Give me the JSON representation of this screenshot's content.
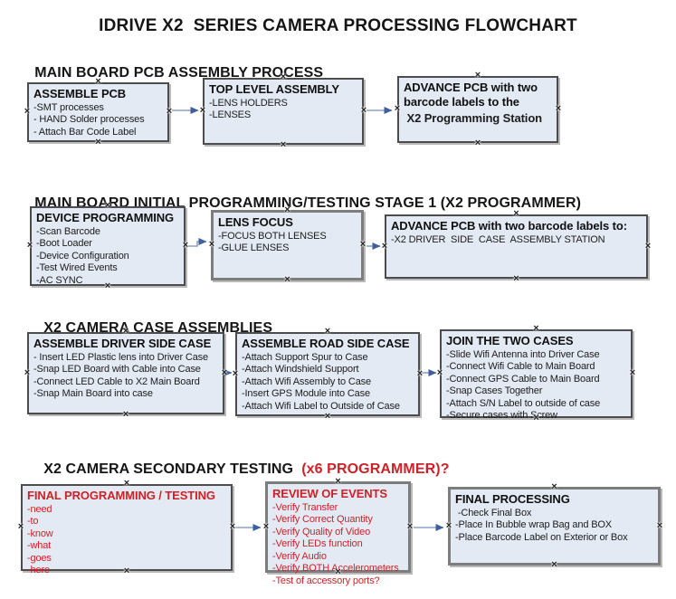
{
  "title": "IDRIVE X2  SERIES CAMERA PROCESSING FLOWCHART",
  "colors": {
    "box_fill": "#e3eaf4",
    "box_border": "#4c4c4c",
    "accent_red": "#cf2127",
    "arrow_line": "#8ba2c2",
    "arrow_head": "#3f5e9c",
    "text": "#111111"
  },
  "icons": {
    "connection_handle": "x",
    "arrow_right": "filled-right-arrowhead"
  },
  "sections": [
    {
      "header": "MAIN BOARD PCB ASSEMBLY PROCESS",
      "boxes": [
        {
          "title": "ASSEMBLE PCB",
          "lines": [
            "-SMT processes",
            "- HAND Solder processes",
            "- Attach Bar Code Label"
          ]
        },
        {
          "title": "TOP LEVEL ASSEMBLY",
          "lines": [
            "-LENS HOLDERS",
            "-LENSES"
          ]
        },
        {
          "title": "ADVANCE PCB with two barcode labels to the",
          "lines": [
            " X2 Programming Station"
          ]
        }
      ]
    },
    {
      "header": "MAIN BOARD INITIAL PROGRAMMING/TESTING STAGE 1 (X2 PROGRAMMER)",
      "boxes": [
        {
          "title": "DEVICE PROGRAMMING",
          "lines": [
            "-Scan Barcode",
            "-Boot Loader",
            "-Device Configuration",
            "-Test Wired Events",
            "-AC SYNC"
          ]
        },
        {
          "title": "LENS FOCUS",
          "lines": [
            "-FOCUS BOTH LENSES",
            "-GLUE LENSES"
          ]
        },
        {
          "title": "ADVANCE PCB with two barcode labels to:",
          "lines": [
            "-X2 DRIVER  SIDE  CASE  ASSEMBLY STATION"
          ]
        }
      ]
    },
    {
      "header": "X2 CAMERA CASE ASSEMBLIES",
      "boxes": [
        {
          "title": "ASSEMBLE DRIVER SIDE CASE",
          "lines": [
            "- Insert LED Plastic lens into Driver Case",
            "-Snap LED Board with Cable into Case",
            "-Connect LED Cable to X2 Main Board",
            "-Snap Main Board into case"
          ]
        },
        {
          "title": "ASSEMBLE ROAD SIDE CASE",
          "lines": [
            "-Attach Support Spur to Case",
            "-Attach Windshield Support",
            "-Attach Wifi Assembly to Case",
            "-Insert GPS Module into Case",
            "-Attach Wifi Label to Outside of Case"
          ]
        },
        {
          "title": "JOIN THE TWO CASES",
          "lines": [
            "-Slide Wifi Antenna into Driver Case",
            "-Connect Wifi Cable to Main Board",
            "-Connect GPS Cable to Main Board",
            "-Snap Cases Together",
            "-Attach S/N Label to outside of case",
            "-Secure cases with Screw"
          ]
        }
      ]
    },
    {
      "header": "X2 CAMERA SECONDARY TESTING  ",
      "header_accent": "(x6 PROGRAMMER)?",
      "boxes": [
        {
          "title": "FINAL PROGRAMMING / TESTING",
          "lines": [
            "-need",
            "-to",
            "-know",
            "-what",
            "-goes",
            "-here"
          ]
        },
        {
          "title": "REVIEW OF EVENTS",
          "lines": [
            "-Verify Transfer",
            "-Verify Correct Quantity",
            "-Verify Quality of Video",
            "-Verify LEDs function",
            "-Verify Audio",
            "-Verify BOTH Accelerometers",
            "-Test of accessory ports?"
          ]
        },
        {
          "title": "FINAL PROCESSING",
          "lines": [
            " -Check Final Box",
            "-Place In Bubble wrap Bag and BOX",
            "-Place Barcode Label on Exterior or Box"
          ]
        }
      ]
    }
  ]
}
